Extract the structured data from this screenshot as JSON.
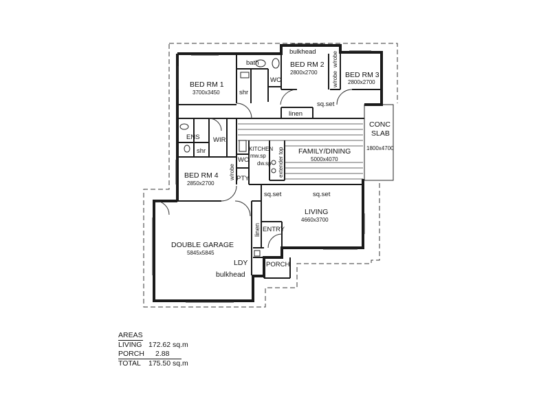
{
  "rooms": {
    "bed1": {
      "name": "BED RM 1",
      "size": "3700x3450"
    },
    "bed2": {
      "name": "BED RM 2",
      "size": "2800x2700"
    },
    "bed3": {
      "name": "BED RM 3",
      "size": "2800x2700"
    },
    "bed4": {
      "name": "BED RM 4",
      "size": "2850x2700"
    },
    "family": {
      "name": "FAMILY/DINING",
      "size": "5000x4070"
    },
    "living": {
      "name": "LIVING",
      "size": "4660x3700"
    },
    "garage": {
      "name": "DOUBLE GARAGE",
      "size": "5845x5845"
    },
    "slab": {
      "line1": "CONC",
      "line2": "SLAB",
      "size": "1800x4700"
    }
  },
  "labels": {
    "bulkhead_top": "bulkhead",
    "bath": "bath",
    "wc_top": "WC",
    "shr_top": "shr",
    "wrobe_bed2": "w/robe",
    "wrobe_bed3": "w/robe",
    "linen_hall": "linen",
    "sqset_hall": "sq.set",
    "ens": "ENS",
    "shr_ens": "shr",
    "wir": "WIR",
    "kitchen": "KITCHEN",
    "mwsp": "mw.sp",
    "dwsp": "dw.sp",
    "wo": "WO",
    "pty": "PTY",
    "extender": "extender top",
    "wrobe_bed4": "w/robe",
    "sqset_garage": "sq.set",
    "sqset_living": "sq.set",
    "linen_entry": "linen",
    "entry": "ENTRY",
    "porch": "PORCH",
    "ldy": "LDY",
    "bulkhead_garage": "bulkhead"
  },
  "areas": {
    "title": "AREAS",
    "rows": [
      {
        "label": "LIVING",
        "value": "172.62 sq.m"
      },
      {
        "label": "PORCH",
        "value": "2.88"
      },
      {
        "label": "TOTAL",
        "value": "175.50 sq.m"
      }
    ]
  }
}
